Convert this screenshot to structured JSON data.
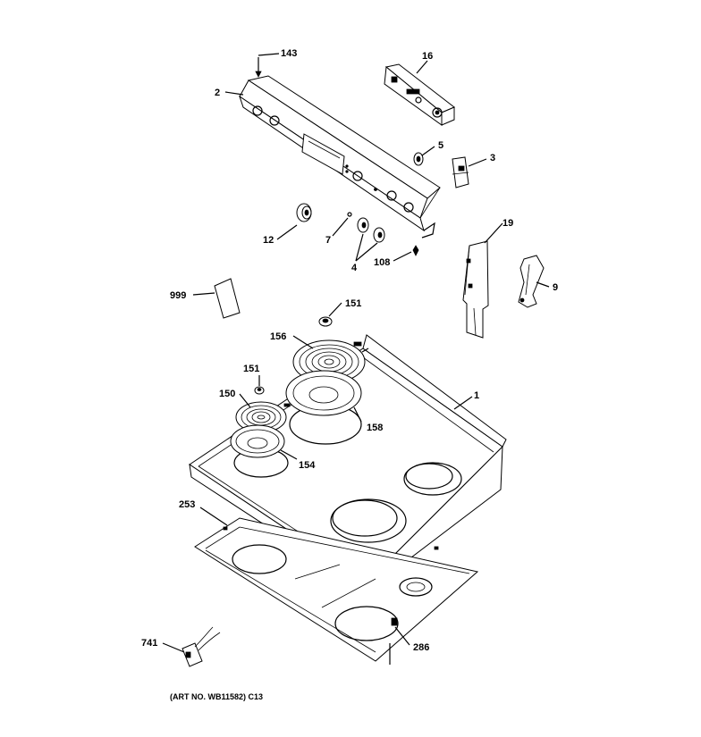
{
  "labels": {
    "p143": "143",
    "p2": "2",
    "p16": "16",
    "p5": "5",
    "p3": "3",
    "p12": "12",
    "p7": "7",
    "p4": "4",
    "p108": "108",
    "p19": "19",
    "p9": "9",
    "p999": "999",
    "p151a": "151",
    "p156": "156",
    "p151b": "151",
    "p150": "150",
    "p1": "1",
    "p158": "158",
    "p154": "154",
    "p253": "253",
    "p741": "741",
    "p286": "286"
  },
  "caption": "(ART NO. WB11582) C13"
}
